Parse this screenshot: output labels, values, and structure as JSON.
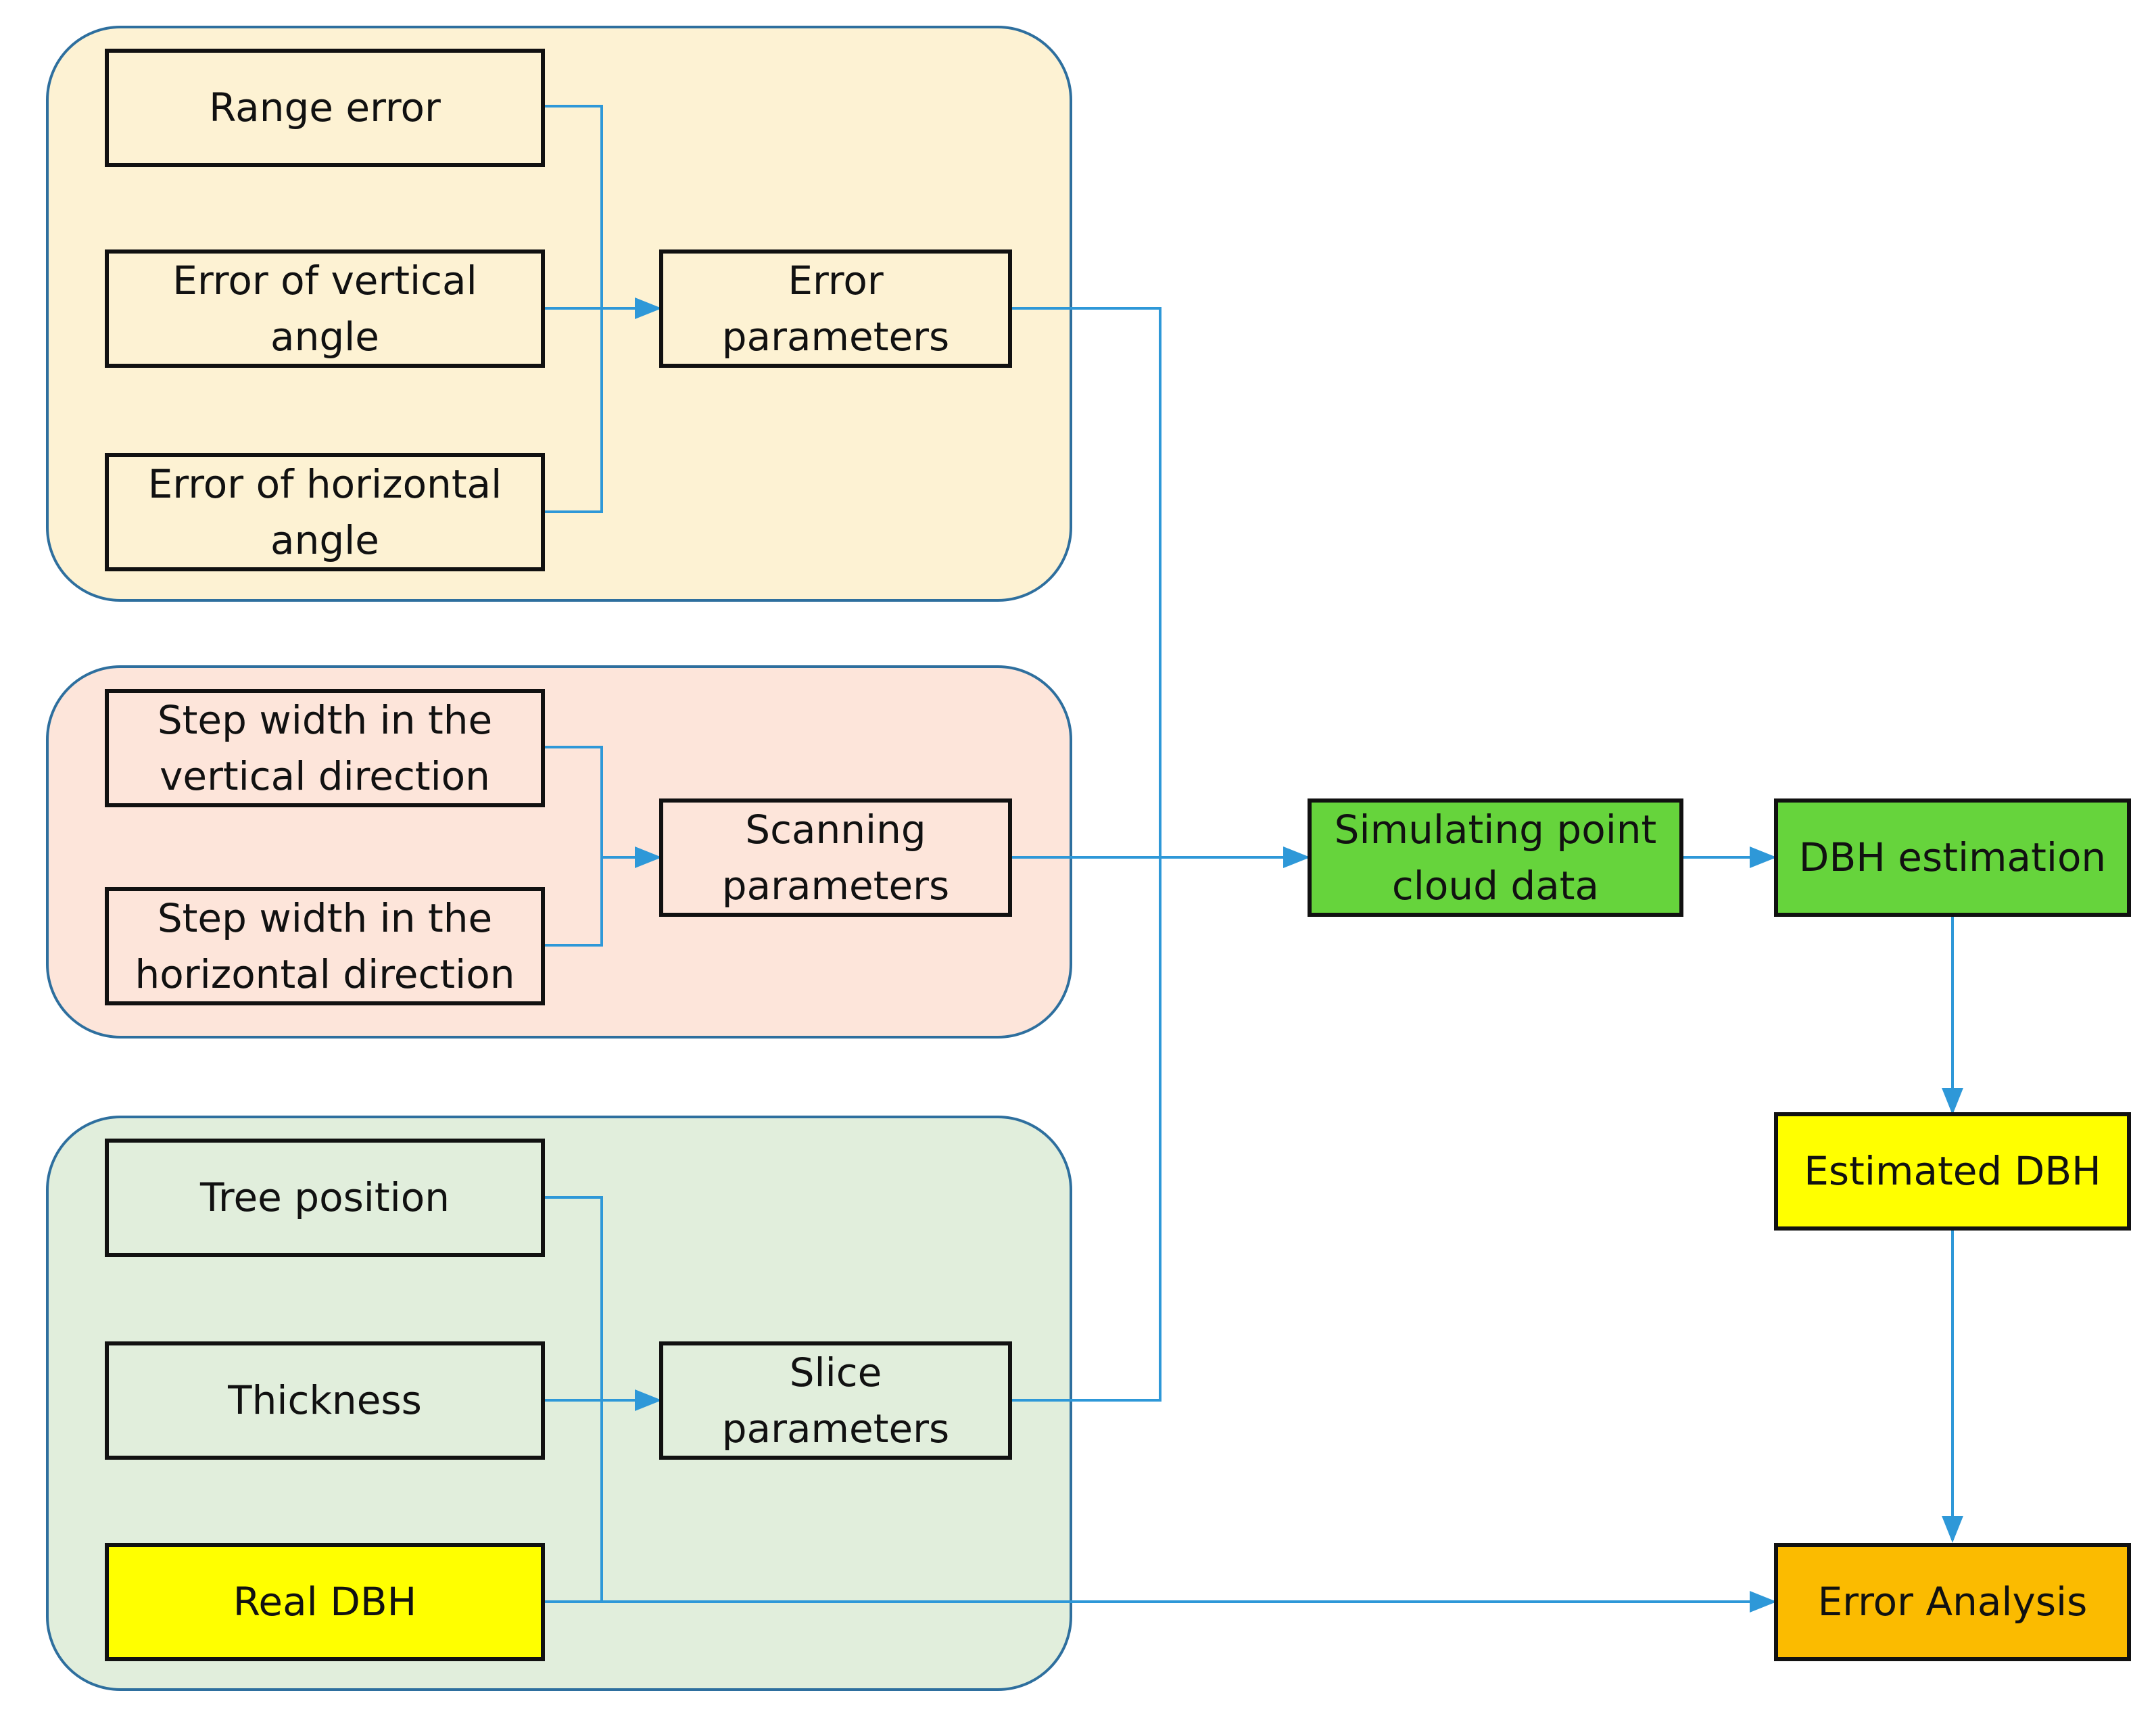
{
  "colors": {
    "wire": "#2e98d8",
    "group_border": "#2e6f9e",
    "error_group_fill": "#fdf2d3",
    "scan_group_fill": "#fde5da",
    "slice_group_fill": "#e1eedc",
    "green_node": "#66d43c",
    "yellow_node": "#ffff00",
    "orange_node": "#fbbb00"
  },
  "error_group": {
    "range_error": "Range error",
    "vertical_angle_error": "Error of vertical angle",
    "horizontal_angle_error": "Error of horizontal angle",
    "error_parameters": "Error parameters"
  },
  "scan_group": {
    "step_vertical": "Step width in the vertical direction",
    "step_horizontal": "Step width in the horizontal direction",
    "scanning_parameters": "Scanning parameters"
  },
  "slice_group": {
    "tree_position": "Tree position",
    "thickness": "Thickness",
    "real_dbh": "Real DBH",
    "slice_parameters": "Slice parameters"
  },
  "pipeline": {
    "simulating": "Simulating point cloud data",
    "dbh_estimation": "DBH estimation",
    "estimated_dbh": "Estimated DBH",
    "error_analysis": "Error Analysis"
  }
}
